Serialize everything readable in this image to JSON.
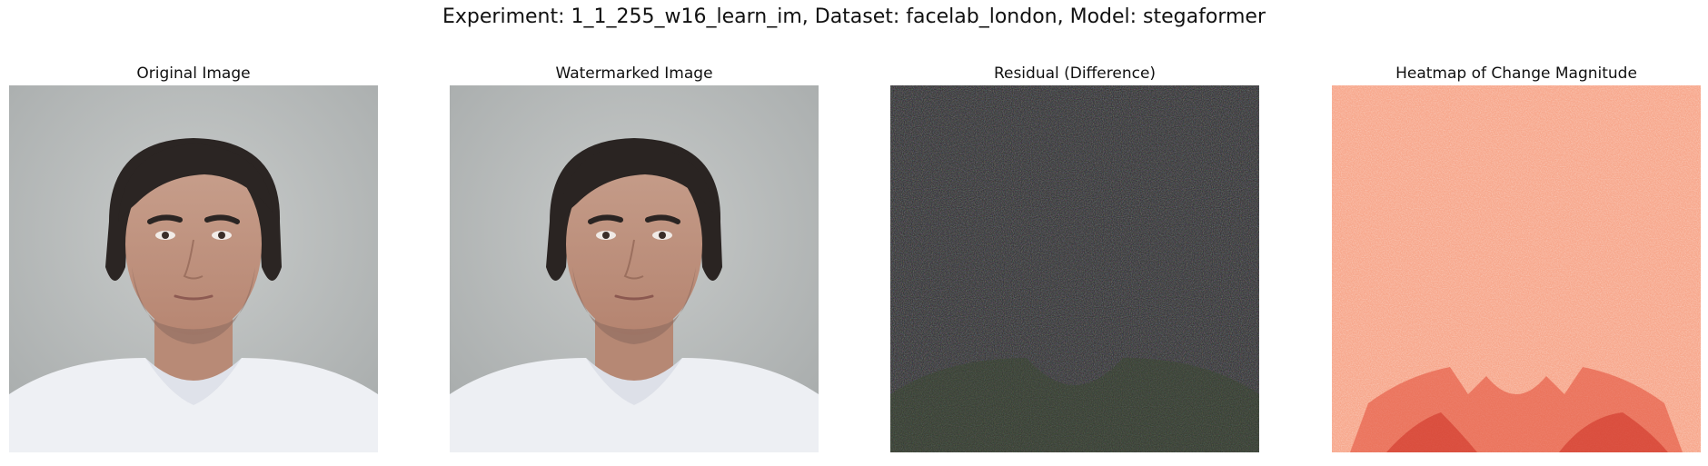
{
  "figure": {
    "suptitle": "Experiment: 1_1_255_w16_learn_im, Dataset: facelab_london, Model: stegaformer"
  },
  "panels": [
    {
      "title": "Original Image",
      "icon": "portrait-photo"
    },
    {
      "title": "Watermarked Image",
      "icon": "portrait-photo"
    },
    {
      "title": "Residual (Difference)",
      "icon": "noise-image"
    },
    {
      "title": "Heatmap of Change Magnitude",
      "icon": "heatmap-image"
    }
  ],
  "colors": {
    "photo_background": "#b8bcbc",
    "skin": "#c79a86",
    "hair": "#2b2523",
    "shirt": "#eef0f5",
    "residual_base": "#272727",
    "heatmap_base": "#f7a88d",
    "heatmap_dark": "#d8342a"
  }
}
